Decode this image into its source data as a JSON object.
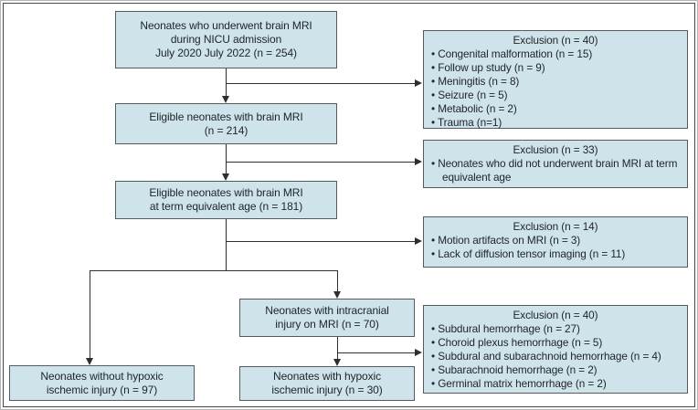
{
  "flowchart": {
    "nodes": [
      {
        "id": "enrolled",
        "lines": [
          "Neonates who underwent brain MRI",
          "during NICU admission",
          "July 2020 July 2022 (n = 254)"
        ]
      },
      {
        "id": "eligible-mri",
        "lines": [
          "Eligible neonates with brain MRI",
          "(n = 214)"
        ]
      },
      {
        "id": "eligible-term",
        "lines": [
          "Eligible neonates with brain MRI",
          "at term equivalent age (n = 181)"
        ]
      },
      {
        "id": "intracranial-injury",
        "lines": [
          "Neonates with intracranial",
          "injury on MRI (n = 70)"
        ]
      },
      {
        "id": "without-hypoxic",
        "lines": [
          "Neonates without hypoxic",
          "ischemic injury (n = 97)"
        ]
      },
      {
        "id": "with-hypoxic",
        "lines": [
          "Neonates with hypoxic",
          "ischemic injury (n = 30)"
        ]
      }
    ],
    "exclusions": [
      {
        "title": "Exclusion (n = 40)",
        "items": [
          "Congenital malformation (n = 15)",
          "Follow up study (n = 9)",
          "Meningitis (n = 8)",
          "Seizure (n = 5)",
          "Metabolic (n = 2)",
          "Trauma (n=1)"
        ]
      },
      {
        "title": "Exclusion (n = 33)",
        "items": [
          "Neonates who did not underwent brain MRI at term equivalent age"
        ]
      },
      {
        "title": "Exclusion (n = 14)",
        "items": [
          "Motion artifacts on MRI (n = 3)",
          "Lack of diffusion tensor imaging (n = 11)"
        ]
      },
      {
        "title": "Exclusion (n = 40)",
        "items": [
          "Subdural hemorrhage (n = 27)",
          "Choroid plexus hemorrhage (n = 5)",
          "Subdural and subarachnoid hemorrhage (n = 4)",
          "Subarachnoid hemorrhage (n = 2)",
          "Germinal matrix hemorrhage (n = 2)"
        ]
      }
    ],
    "colors": {
      "node_fill": "#cfe4ea",
      "node_border": "#555a5f",
      "connector": "#2e2e2e",
      "text": "#21252d",
      "frame_border": "#474747"
    }
  }
}
